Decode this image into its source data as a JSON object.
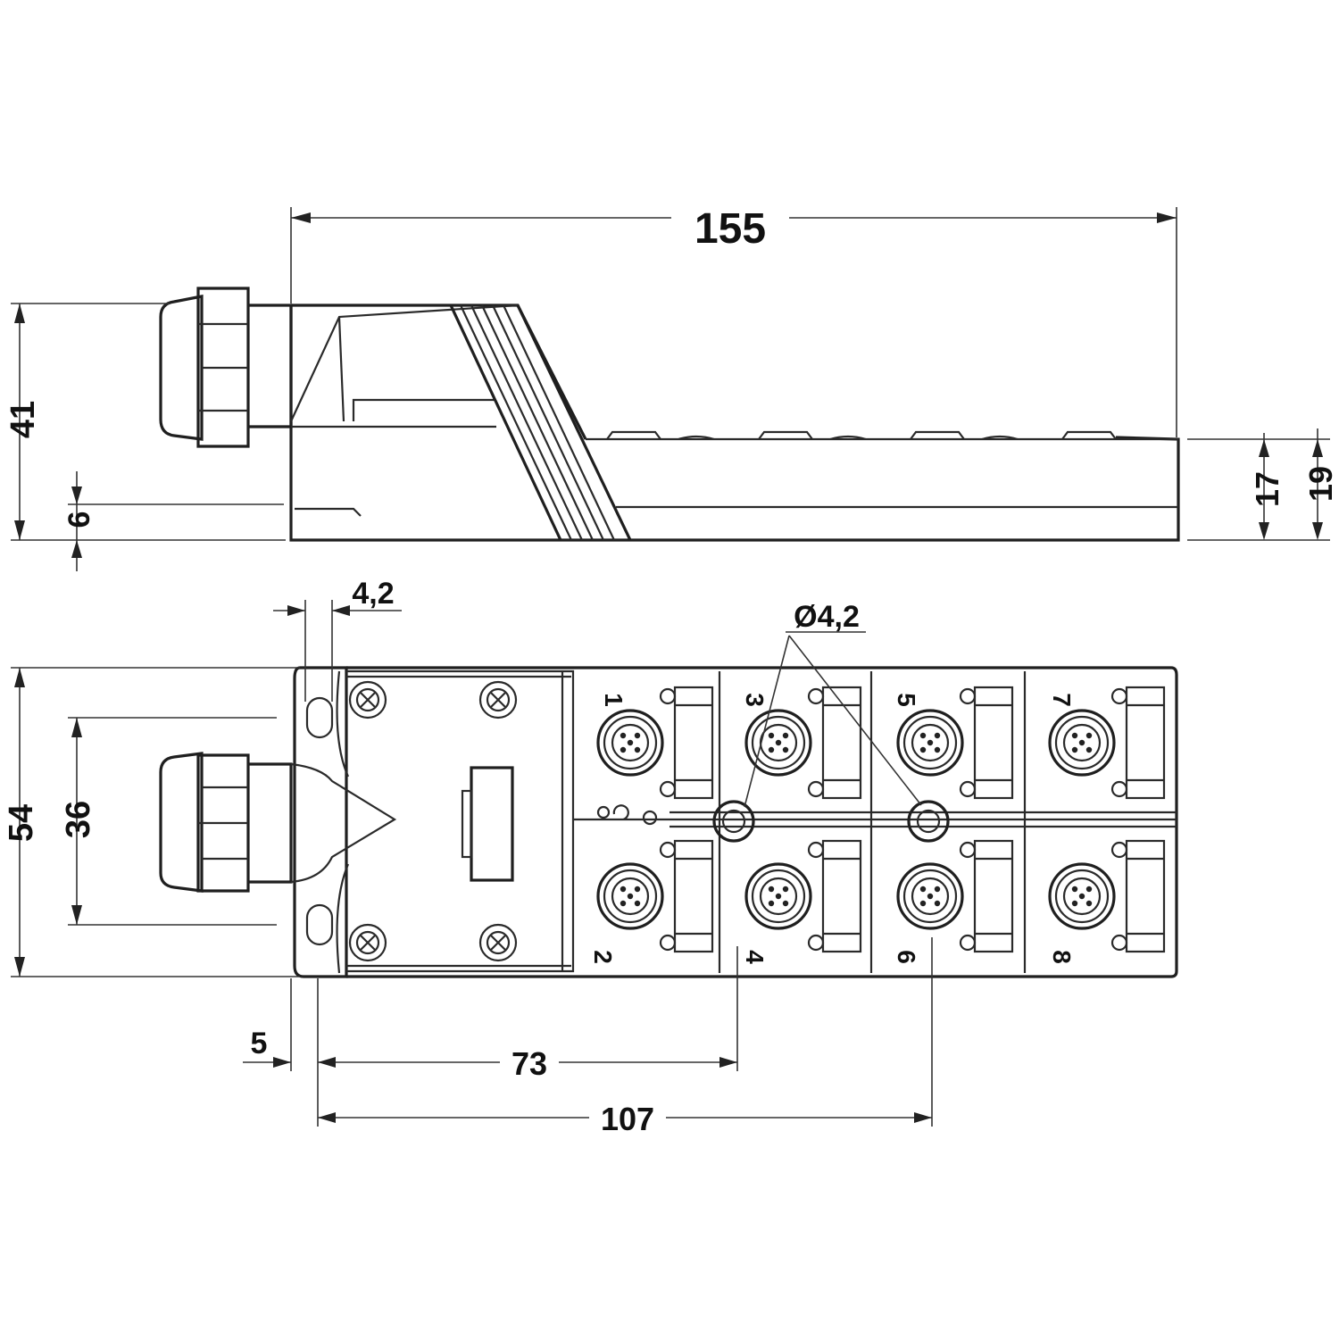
{
  "dimensions": {
    "length": "155",
    "height": "41",
    "flange": "6",
    "step_17": "17",
    "step_19": "19",
    "slot_width": "4,2",
    "hole_diameter": "Ø4,2",
    "width": "54",
    "hole_spacing": "36",
    "edge_offset": "5",
    "hole_offset_1": "73",
    "hole_offset_2": "107"
  },
  "port_labels": [
    "1",
    "2",
    "3",
    "4",
    "5",
    "6",
    "7",
    "8"
  ],
  "colors": {
    "line": "#2a2a2a",
    "background": "#ffffff"
  }
}
